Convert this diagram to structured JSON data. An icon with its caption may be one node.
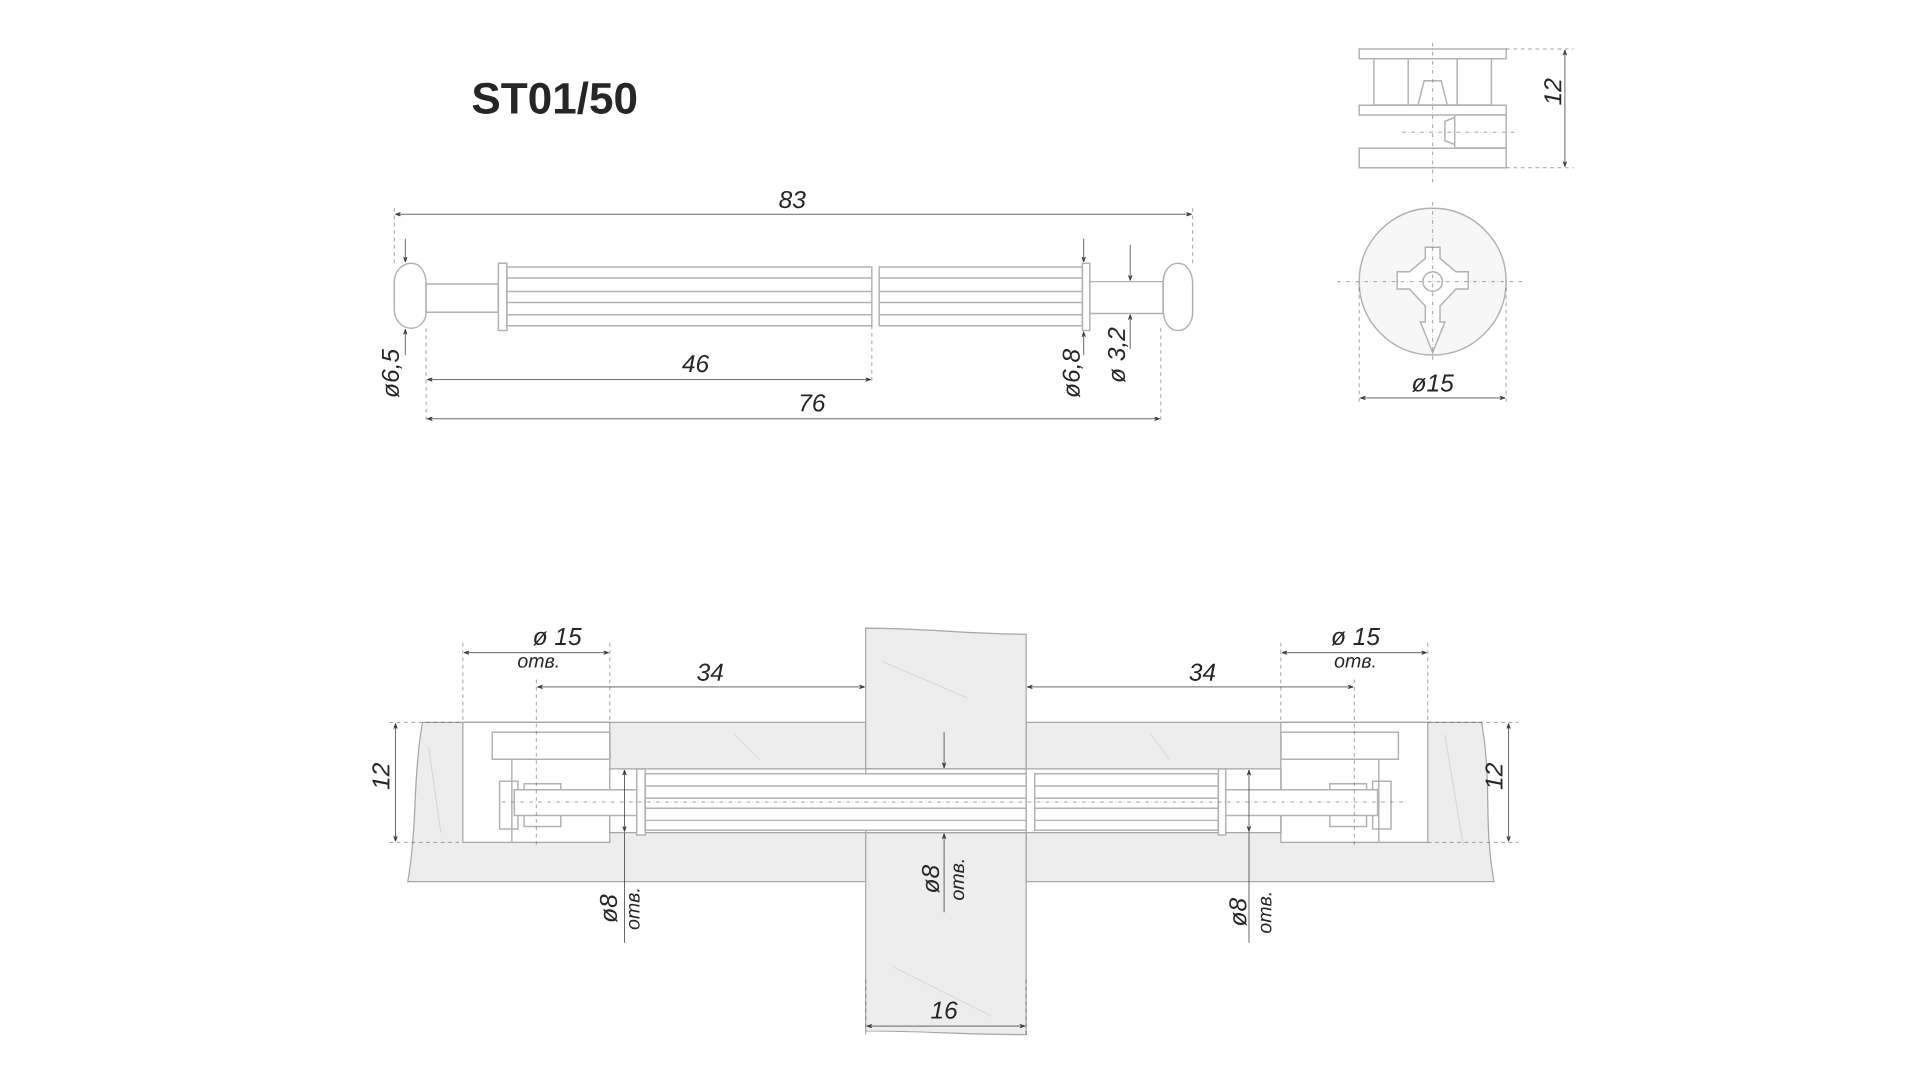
{
  "diagram": {
    "title": "ST01/50",
    "labels": [
      "12",
      "83",
      "ø6,5",
      "46",
      "ø6,8",
      "ø 3,2",
      "ø15",
      "76",
      "ø 15",
      "ø 15",
      "отв.",
      "отв.",
      "34",
      "34",
      "12",
      "12",
      "ø8",
      "отв.",
      "ø8",
      "отв.",
      "ø8",
      "отв.",
      "16"
    ]
  }
}
